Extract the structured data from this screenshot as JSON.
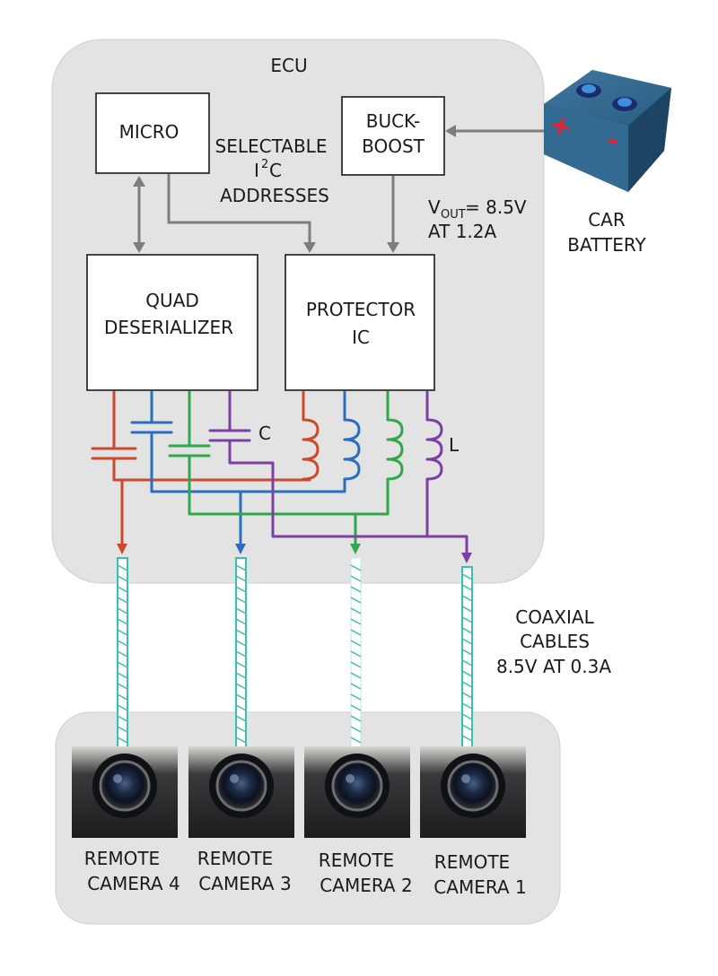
{
  "ecu": {
    "label": "ECU"
  },
  "blocks": {
    "micro": "MICRO",
    "buck": [
      "BUCK-",
      "BOOST"
    ],
    "quad": [
      "QUAD",
      "DESERIALIZER"
    ],
    "protector": [
      "PROTECTOR",
      "IC"
    ]
  },
  "i2c": {
    "line1": "SELECTABLE",
    "i": "I",
    "sup": "2",
    "c": "C",
    "line3": "ADDRESSES"
  },
  "vout": {
    "v": "V",
    "sub": "OUT",
    "value": "= 8.5V",
    "line2": "AT 1.2A"
  },
  "battery": {
    "line1": "CAR",
    "line2": "BATTERY",
    "plus": "+",
    "minus": "-"
  },
  "component_labels": {
    "capacitor": "C",
    "inductor": "L"
  },
  "coax": {
    "line1": "COAXIAL",
    "line2": "CABLES",
    "line3": "8.5V AT 0.3A"
  },
  "cameras": [
    {
      "line1": "REMOTE",
      "line2": "CAMERA 4"
    },
    {
      "line1": "REMOTE",
      "line2": "CAMERA 3"
    },
    {
      "line1": "REMOTE",
      "line2": "CAMERA 2"
    },
    {
      "line1": "REMOTE",
      "line2": "CAMERA 1"
    }
  ],
  "colors": {
    "channel1": "#cc4a2b",
    "channel2": "#2a6fbf",
    "channel3": "#2fa84a",
    "channel4": "#7c3fa6",
    "coax": "#3bbfb3",
    "panel": "#e3e3e3",
    "battery_body": "#3a6f95",
    "battery_plus": "#e8202a"
  }
}
